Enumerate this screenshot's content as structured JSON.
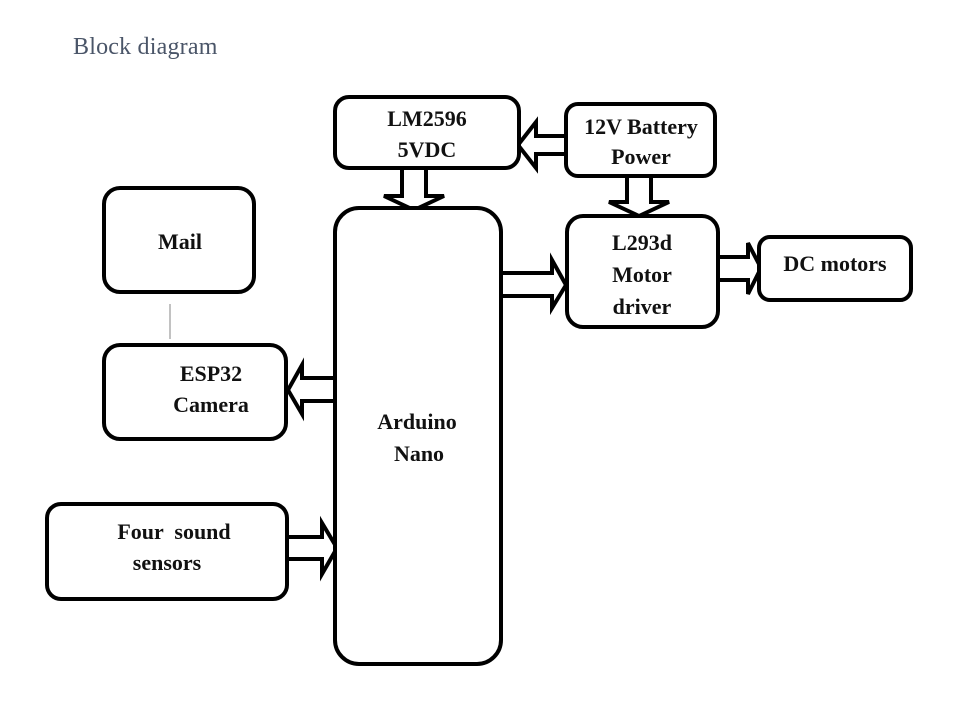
{
  "title": "Block diagram",
  "blocks": {
    "lm2596": {
      "lines": [
        "LM2596",
        "5VDC"
      ]
    },
    "battery": {
      "lines": [
        "12V Battery",
        "Power"
      ]
    },
    "mail": {
      "lines": [
        "Mail"
      ]
    },
    "esp32": {
      "lines": [
        "ESP32",
        "Camera"
      ]
    },
    "arduino": {
      "lines": [
        "Arduino",
        "Nano"
      ]
    },
    "l293d": {
      "lines": [
        "L293d",
        "Motor",
        "driver"
      ]
    },
    "dc_motors": {
      "lines": [
        "DC motors"
      ]
    },
    "sound": {
      "lines": [
        "Four  sound",
        "sensors"
      ]
    }
  },
  "connections": [
    {
      "from": "12V Battery Power",
      "to": "LM2596 5VDC",
      "style": "block-arrow"
    },
    {
      "from": "12V Battery Power",
      "to": "L293d Motor driver",
      "style": "block-arrow"
    },
    {
      "from": "LM2596 5VDC",
      "to": "Arduino Nano",
      "style": "block-arrow"
    },
    {
      "from": "Arduino Nano",
      "to": "L293d Motor driver",
      "style": "block-arrow"
    },
    {
      "from": "L293d Motor driver",
      "to": "DC motors",
      "style": "block-arrow"
    },
    {
      "from": "Arduino Nano",
      "to": "ESP32 Camera",
      "style": "block-arrow"
    },
    {
      "from": "Four sound sensors",
      "to": "Arduino Nano",
      "style": "block-arrow"
    },
    {
      "from": "ESP32 Camera",
      "to": "Mail",
      "style": "thin-line"
    }
  ]
}
